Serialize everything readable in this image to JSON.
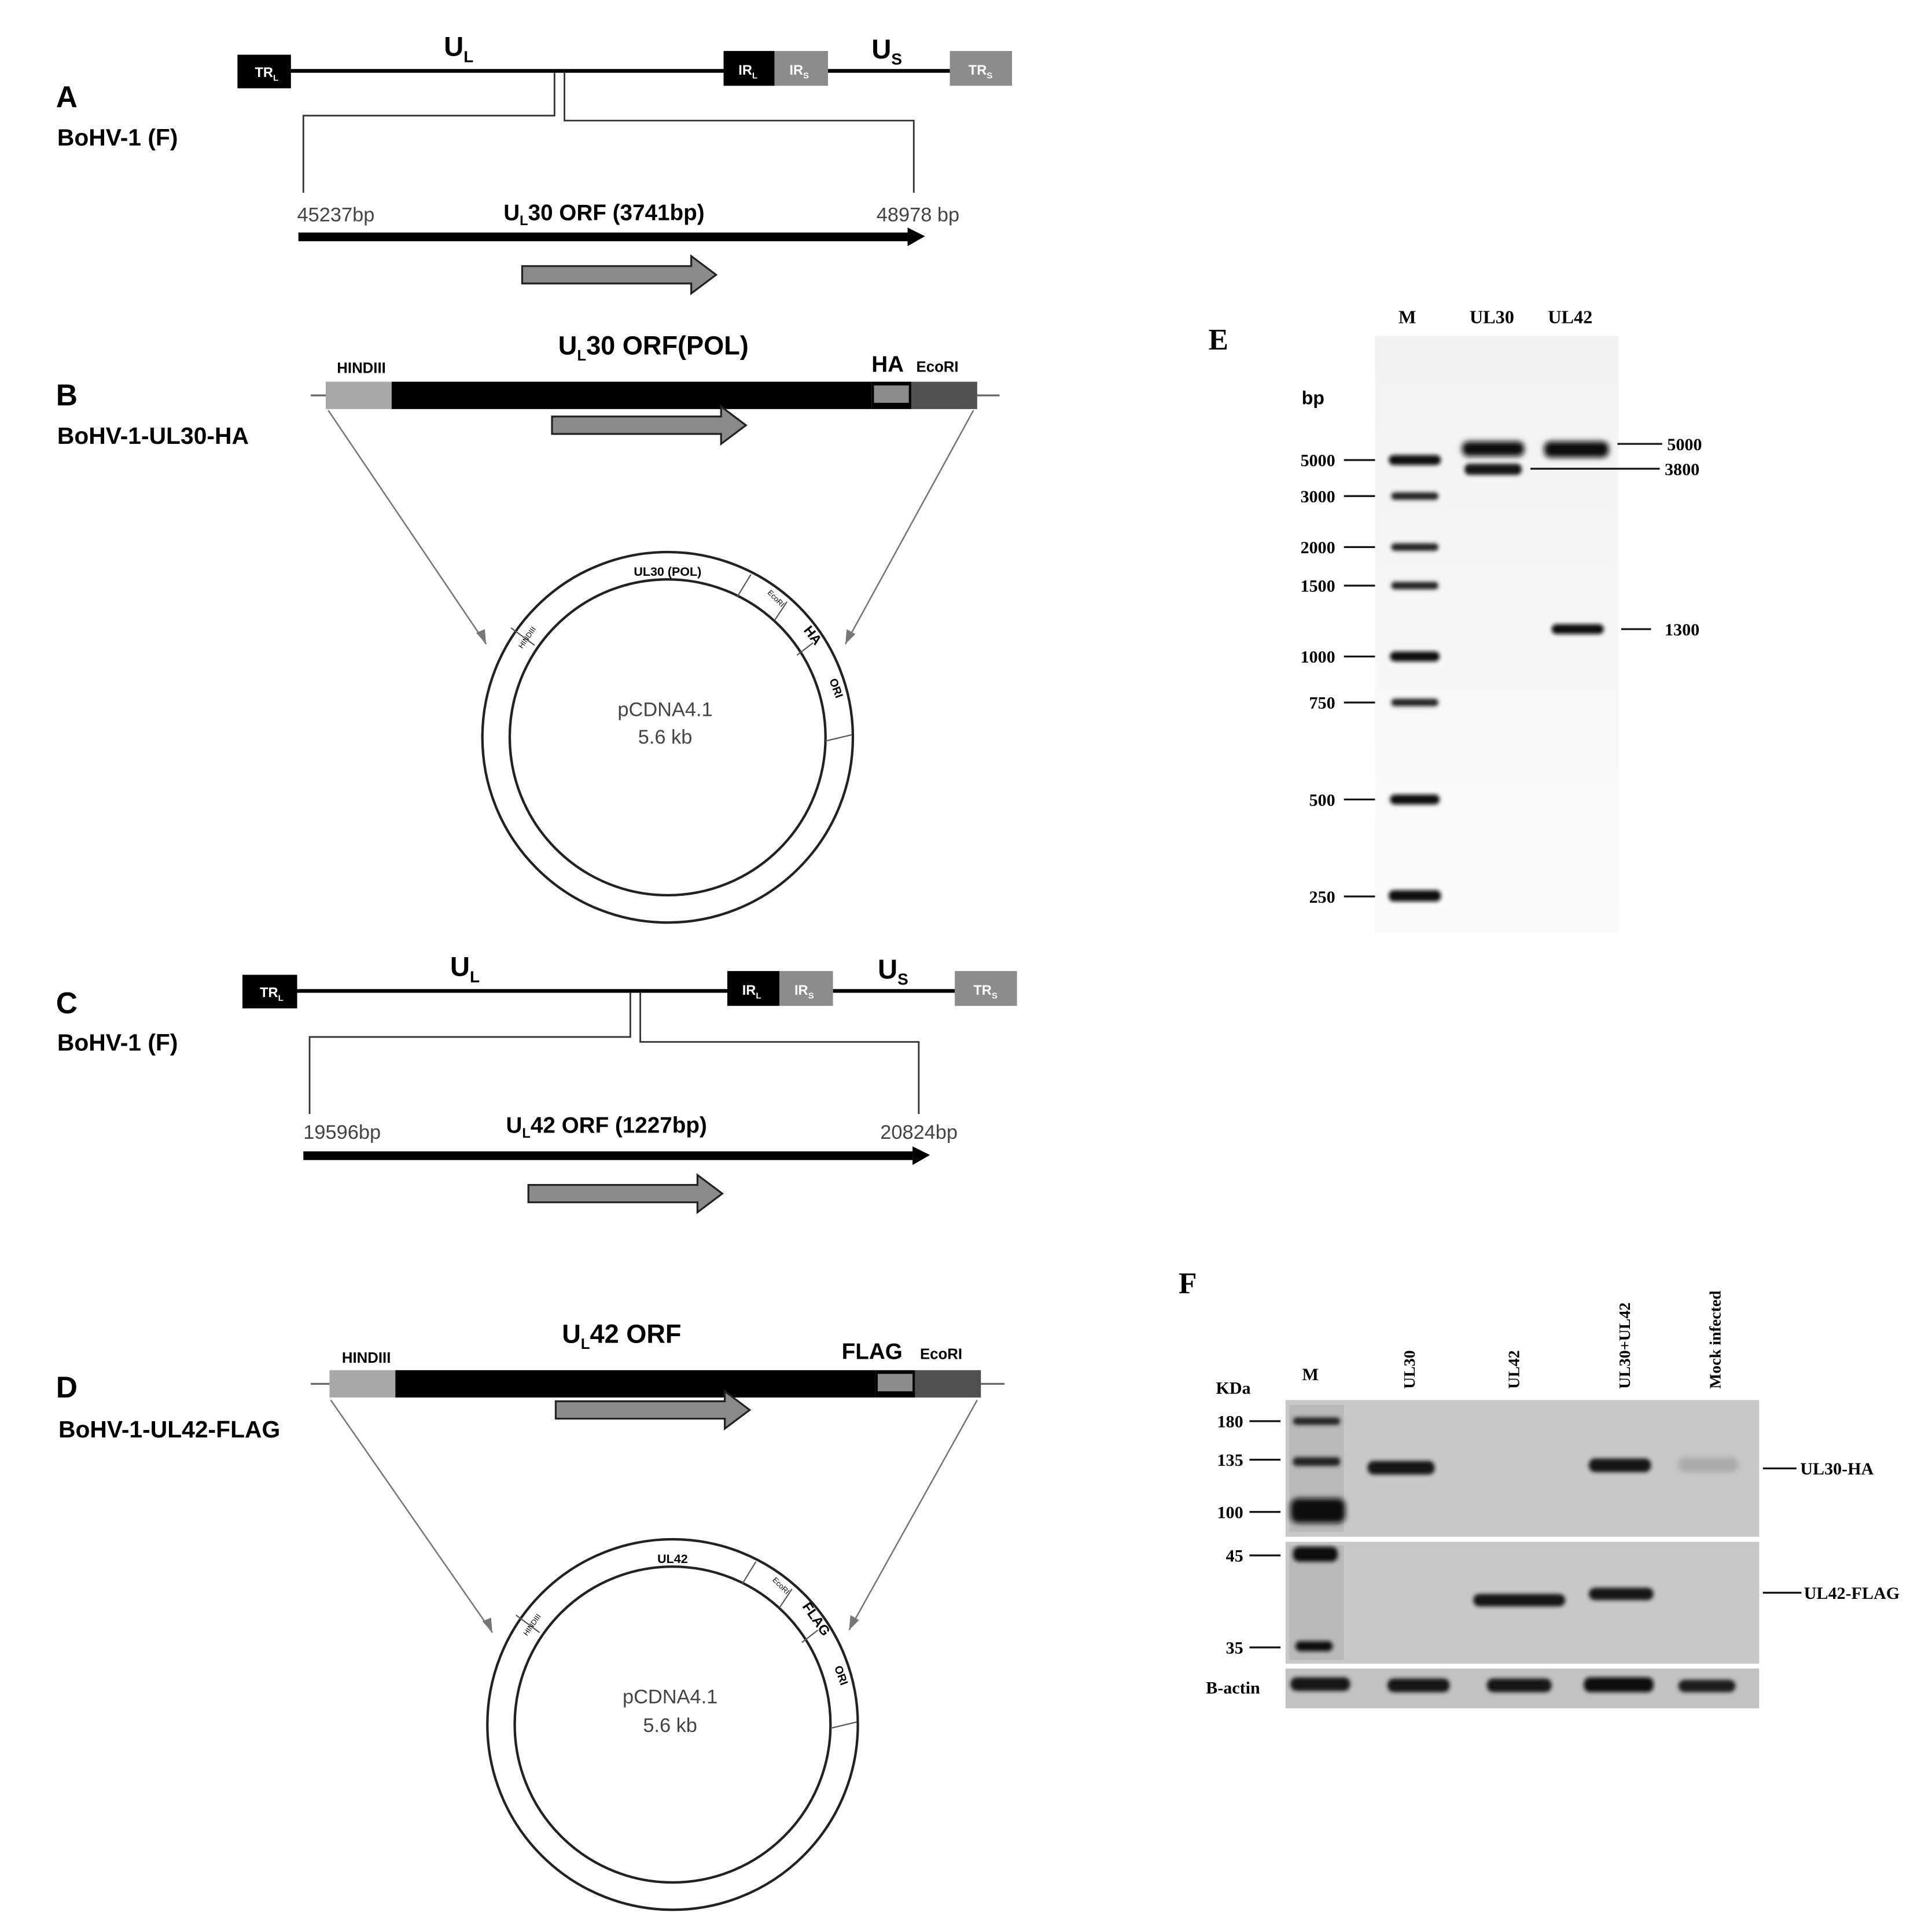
{
  "panelA": {
    "letter": "A",
    "subtitle": "BoHV-1 (F)",
    "segments": {
      "trl": "TR",
      "trl_sub": "L",
      "irl": "IR",
      "irl_sub": "L",
      "irs": "IR",
      "irs_sub": "S",
      "trs": "TR",
      "trs_sub": "S"
    },
    "ul": "U",
    "ul_sub": "L",
    "us": "U",
    "us_sub": "S",
    "start": "45237bp",
    "end": "48978 bp",
    "orf": {
      "prefix": "U",
      "sub": "L",
      "text": "30 ORF (3741bp)"
    }
  },
  "panelB": {
    "letter": "B",
    "subtitle": "BoHV-1-UL30-HA",
    "title": {
      "prefix": "U",
      "sub": "L",
      "text": "30 ORF(POL)"
    },
    "hind": "HINDIII",
    "tag": "HA",
    "eco": "EcoRI",
    "plasmid": {
      "name": "pCDNA4.1",
      "size": "5.6 kb",
      "insert": "UL30 (POL)",
      "hind": "HINDIII",
      "eco": "EcoRI",
      "tag": "HA",
      "ori": "ORI"
    }
  },
  "panelC": {
    "letter": "C",
    "subtitle": "BoHV-1 (F)",
    "segments": {
      "trl": "TR",
      "trl_sub": "L",
      "irl": "IR",
      "irl_sub": "L",
      "irs": "IR",
      "irs_sub": "S",
      "trs": "TR",
      "trs_sub": "S"
    },
    "ul": "U",
    "ul_sub": "L",
    "us": "U",
    "us_sub": "S",
    "start": "19596bp",
    "end": "20824bp",
    "orf": {
      "prefix": "U",
      "sub": "L",
      "text": "42 ORF (1227bp)"
    }
  },
  "panelD": {
    "letter": "D",
    "subtitle": "BoHV-1-UL42-FLAG",
    "title": {
      "prefix": "U",
      "sub": "L",
      "text": "42 ORF"
    },
    "hind": "HINDIII",
    "tag": "FLAG",
    "eco": "EcoRI",
    "plasmid": {
      "name": "pCDNA4.1",
      "size": "5.6 kb",
      "insert": "UL42",
      "hind": "HINDIII",
      "eco": "EcoRI",
      "tag": "FLAG",
      "ori": "ORI"
    }
  },
  "panelE": {
    "letter": "E",
    "unit": "bp",
    "lanes": [
      "M",
      "UL30",
      "UL42"
    ],
    "ladder": [
      "5000",
      "3000",
      "2000",
      "1500",
      "1000",
      "750",
      "500",
      "250"
    ],
    "bands_right": [
      "5000",
      "3800",
      "1300"
    ]
  },
  "panelF": {
    "letter": "F",
    "unit": "KDa",
    "lanes": [
      "M",
      "UL30",
      "UL42",
      "UL30+UL42",
      "Mock infected"
    ],
    "markers_top": [
      "180",
      "135",
      "100"
    ],
    "markers_mid": [
      "45",
      "35"
    ],
    "actin": "B-actin",
    "right_labels": [
      "UL30-HA",
      "UL42-FLAG"
    ]
  }
}
